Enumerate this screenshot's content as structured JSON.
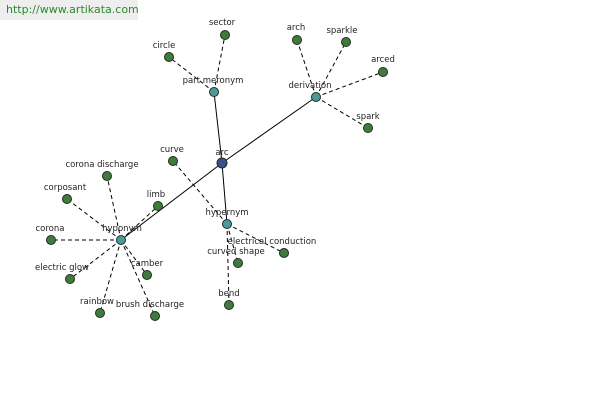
{
  "watermark": {
    "text": "http://www.artikata.com"
  },
  "colors": {
    "root": "#3b4f8f",
    "relation": "#4e9a9a",
    "leaf": "#3f7a3f"
  },
  "graph": {
    "nodes": [
      {
        "id": "arc",
        "label": "arc",
        "kind": "root"
      },
      {
        "id": "part-meronym",
        "label": "part meronym",
        "kind": "relation"
      },
      {
        "id": "derivation",
        "label": "derivation",
        "kind": "relation"
      },
      {
        "id": "hypernym",
        "label": "hypernym",
        "kind": "relation"
      },
      {
        "id": "hyponym",
        "label": "hyponym",
        "kind": "relation"
      },
      {
        "id": "sector",
        "label": "sector",
        "kind": "leaf"
      },
      {
        "id": "circle",
        "label": "circle",
        "kind": "leaf"
      },
      {
        "id": "arch",
        "label": "arch",
        "kind": "leaf"
      },
      {
        "id": "sparkle",
        "label": "sparkle",
        "kind": "leaf"
      },
      {
        "id": "arced",
        "label": "arced",
        "kind": "leaf"
      },
      {
        "id": "spark",
        "label": "spark",
        "kind": "leaf"
      },
      {
        "id": "curve",
        "label": "curve",
        "kind": "leaf"
      },
      {
        "id": "electrical-conduction",
        "label": "electrical conduction",
        "kind": "leaf"
      },
      {
        "id": "curved-shape",
        "label": "curved shape",
        "kind": "leaf"
      },
      {
        "id": "bend",
        "label": "bend",
        "kind": "leaf"
      },
      {
        "id": "corona-discharge",
        "label": "corona discharge",
        "kind": "leaf"
      },
      {
        "id": "corposant",
        "label": "corposant",
        "kind": "leaf"
      },
      {
        "id": "limb",
        "label": "limb",
        "kind": "leaf"
      },
      {
        "id": "corona",
        "label": "corona",
        "kind": "leaf"
      },
      {
        "id": "electric-glow",
        "label": "electric glow",
        "kind": "leaf"
      },
      {
        "id": "camber",
        "label": "camber",
        "kind": "leaf"
      },
      {
        "id": "rainbow",
        "label": "rainbow",
        "kind": "leaf"
      },
      {
        "id": "brush-discharge",
        "label": "brush discharge",
        "kind": "leaf"
      }
    ],
    "edges": [
      {
        "from": "arc",
        "to": "part-meronym",
        "style": "solid"
      },
      {
        "from": "arc",
        "to": "derivation",
        "style": "solid"
      },
      {
        "from": "arc",
        "to": "hypernym",
        "style": "solid"
      },
      {
        "from": "arc",
        "to": "hyponym",
        "style": "solid"
      },
      {
        "from": "part-meronym",
        "to": "sector",
        "style": "dashed"
      },
      {
        "from": "part-meronym",
        "to": "circle",
        "style": "dashed"
      },
      {
        "from": "derivation",
        "to": "arch",
        "style": "dashed"
      },
      {
        "from": "derivation",
        "to": "sparkle",
        "style": "dashed"
      },
      {
        "from": "derivation",
        "to": "arced",
        "style": "dashed"
      },
      {
        "from": "derivation",
        "to": "spark",
        "style": "dashed"
      },
      {
        "from": "hypernym",
        "to": "curve",
        "style": "dashed"
      },
      {
        "from": "hypernym",
        "to": "electrical-conduction",
        "style": "dashed"
      },
      {
        "from": "hypernym",
        "to": "curved-shape",
        "style": "dashed"
      },
      {
        "from": "hypernym",
        "to": "bend",
        "style": "dashed"
      },
      {
        "from": "hyponym",
        "to": "corona-discharge",
        "style": "dashed"
      },
      {
        "from": "hyponym",
        "to": "corposant",
        "style": "dashed"
      },
      {
        "from": "hyponym",
        "to": "limb",
        "style": "dashed"
      },
      {
        "from": "hyponym",
        "to": "corona",
        "style": "dashed"
      },
      {
        "from": "hyponym",
        "to": "electric-glow",
        "style": "dashed"
      },
      {
        "from": "hyponym",
        "to": "camber",
        "style": "dashed"
      },
      {
        "from": "hyponym",
        "to": "rainbow",
        "style": "dashed"
      },
      {
        "from": "hyponym",
        "to": "brush-discharge",
        "style": "dashed"
      }
    ]
  }
}
